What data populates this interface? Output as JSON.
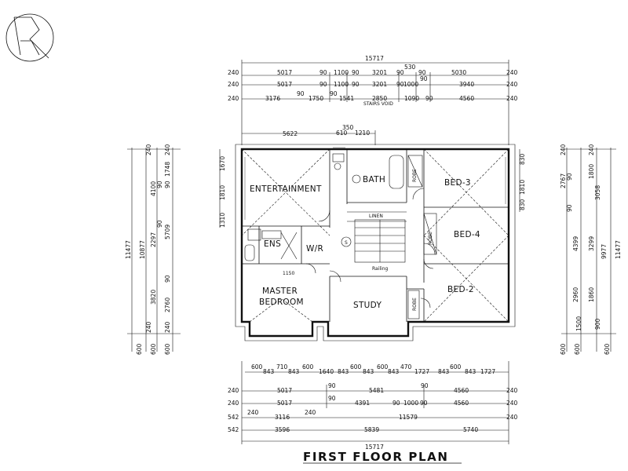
{
  "title": "FIRST FLOOR PLAN",
  "rooms": {
    "entertainment": "ENTERTAINMENT",
    "bath": "BATH",
    "bed3": "BED-3",
    "bed4": "BED-4",
    "bed2": "BED-2",
    "linen": "LINEN",
    "ens": "ENS",
    "wir": "W/R",
    "master1": "MASTER",
    "master2": "BEDROOM",
    "study": "STUDY",
    "robe1": "ROBE",
    "robe2": "ROBE",
    "robe3": "ROBE",
    "railing": "Railing",
    "stairs_void": "STAIRS VOID"
  },
  "top_dims": {
    "overall": "15717",
    "row1": [
      "240",
      "5017",
      "90",
      "1100",
      "90",
      "3201",
      "90",
      "530",
      "90",
      "5030",
      "240"
    ],
    "row2": [
      "240",
      "5017",
      "90",
      "1100",
      "90",
      "3201",
      "90",
      "1000",
      "90",
      "3940",
      "240"
    ],
    "row3": [
      "240",
      "3176",
      "90",
      "1750",
      "90",
      "1541",
      "2850",
      "1090",
      "90",
      "4560",
      "240"
    ],
    "row4": [
      "5622",
      "350",
      "610",
      "1210"
    ]
  },
  "bottom_dims": {
    "row1": [
      "600",
      "843",
      "710",
      "843",
      "600",
      "1640",
      "843",
      "600",
      "843",
      "600",
      "843",
      "470",
      "1727",
      "843",
      "600",
      "843",
      "1727"
    ],
    "row2": [
      "240",
      "5017",
      "90",
      "5481",
      "90",
      "4560",
      "240"
    ],
    "row3": [
      "240",
      "5017",
      "90",
      "4391",
      "90",
      "1000",
      "90",
      "4560",
      "240"
    ],
    "row4": [
      "542",
      "240",
      "3116",
      "240",
      "11579",
      "240"
    ],
    "row5": [
      "542",
      "3596",
      "5839",
      "5740"
    ],
    "overall": "15717"
  },
  "left_dims": {
    "overall": "11477",
    "col1": "10877",
    "col2": [
      "240",
      "4100",
      "90",
      "2297",
      "90",
      "3820",
      "240"
    ],
    "col3": [
      "240",
      "1748",
      "90",
      "5709",
      "90",
      "2760",
      "240"
    ],
    "inner": [
      "1670",
      "1810",
      "1310"
    ],
    "bottom": [
      "600",
      "600",
      "600"
    ]
  },
  "right_dims": {
    "overall": "11477",
    "col1": "9977",
    "col2": [
      "240",
      "2767",
      "90",
      "4399",
      "90",
      "2960",
      "1500"
    ],
    "col3": [
      "240",
      "1800",
      "3058",
      "3299",
      "1860",
      "900"
    ],
    "inner": [
      "830",
      "1810",
      "830"
    ],
    "bottom": [
      "600",
      "600",
      "600"
    ]
  },
  "annotations": {
    "win1": "1150",
    "s_mark": "S"
  }
}
